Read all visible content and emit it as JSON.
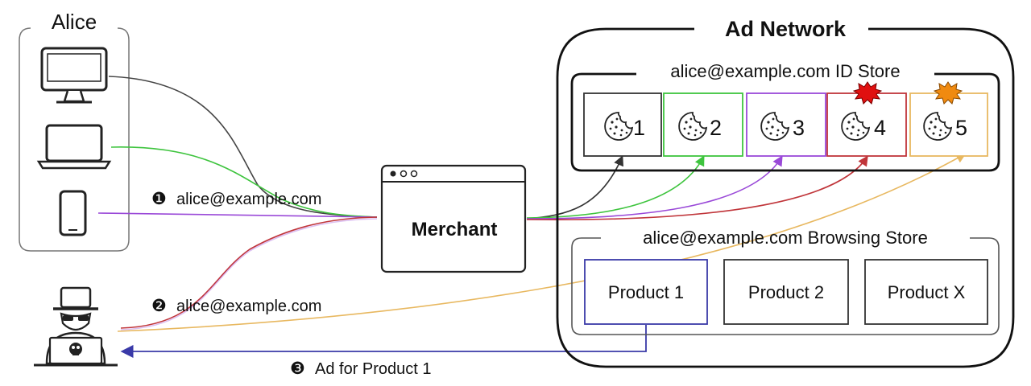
{
  "user": {
    "name": "Alice"
  },
  "merchant": {
    "label": "Merchant"
  },
  "ad_network": {
    "title": "Ad Network",
    "id_store": {
      "title": "alice@example.com ID Store",
      "cookies": [
        {
          "number": "1",
          "color": "#333333"
        },
        {
          "number": "2",
          "color": "#3ec43e"
        },
        {
          "number": "3",
          "color": "#9a49d8"
        },
        {
          "number": "4",
          "color": "#c0353a",
          "burst": "#e01010"
        },
        {
          "number": "5",
          "color": "#e8b860",
          "burst": "#f08a10"
        }
      ]
    },
    "browsing_store": {
      "title": "alice@example.com Browsing Store",
      "products": [
        "Product 1",
        "Product 2",
        "Product X"
      ]
    }
  },
  "steps": [
    {
      "marker": "❶",
      "text": "alice@example.com"
    },
    {
      "marker": "❷",
      "text": "alice@example.com"
    },
    {
      "marker": "❸",
      "text": "Ad for Product 1"
    }
  ],
  "icons": [
    "desktop-icon",
    "laptop-icon",
    "phone-icon",
    "attacker-icon",
    "browser-window-icon",
    "cookie-icon",
    "burst-icon"
  ]
}
